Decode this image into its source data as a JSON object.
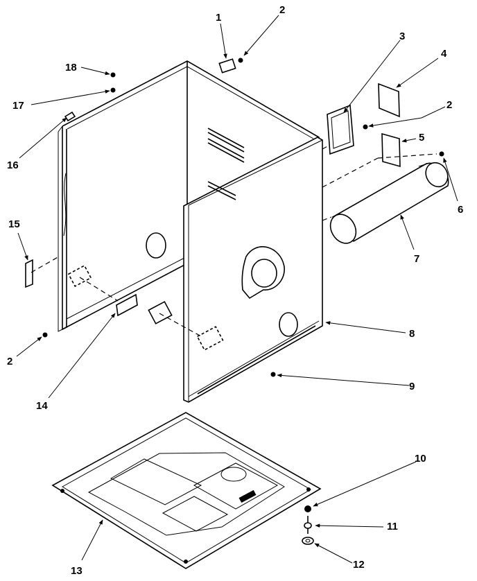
{
  "diagram": {
    "callouts": [
      {
        "id": "c1",
        "text": "1"
      },
      {
        "id": "c2a",
        "text": "2"
      },
      {
        "id": "c3",
        "text": "3"
      },
      {
        "id": "c4",
        "text": "4"
      },
      {
        "id": "c2b",
        "text": "2"
      },
      {
        "id": "c5",
        "text": "5"
      },
      {
        "id": "c6",
        "text": "6"
      },
      {
        "id": "c7",
        "text": "7"
      },
      {
        "id": "c8",
        "text": "8"
      },
      {
        "id": "c9",
        "text": "9"
      },
      {
        "id": "c10",
        "text": "10"
      },
      {
        "id": "c11",
        "text": "11"
      },
      {
        "id": "c12",
        "text": "12"
      },
      {
        "id": "c13",
        "text": "13"
      },
      {
        "id": "c14",
        "text": "14"
      },
      {
        "id": "c2c",
        "text": "2"
      },
      {
        "id": "c15",
        "text": "15"
      },
      {
        "id": "c16",
        "text": "16"
      },
      {
        "id": "c17",
        "text": "17"
      },
      {
        "id": "c18",
        "text": "18"
      }
    ]
  }
}
